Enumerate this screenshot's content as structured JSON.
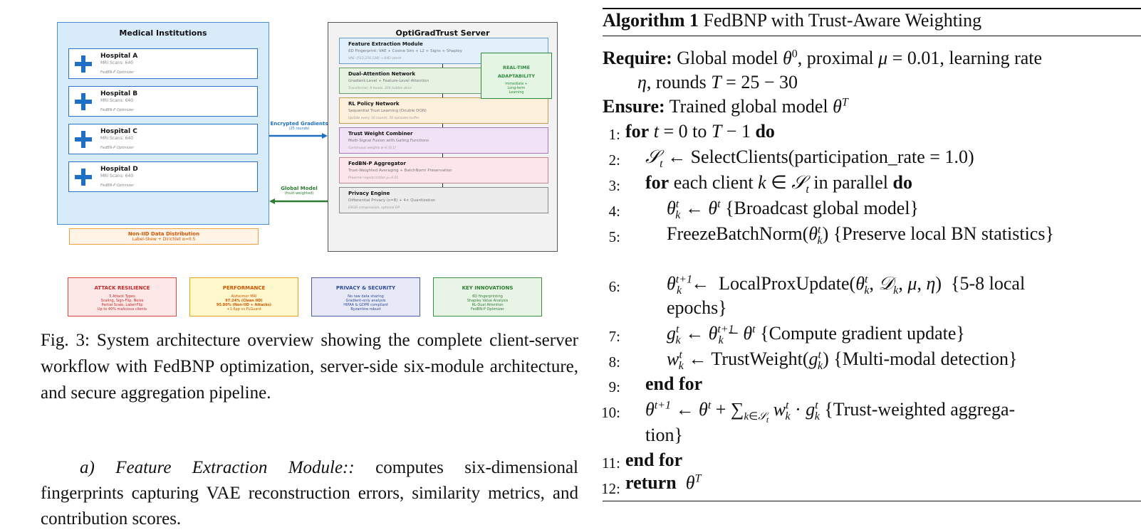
{
  "figure": {
    "institutions": {
      "title": "Medical Institutions",
      "hospitals": [
        {
          "name": "Hospital A",
          "scans": "MRI Scans: 640",
          "optimizer": "FedBN-P Optimizer"
        },
        {
          "name": "Hospital B",
          "scans": "MRI Scans: 640",
          "optimizer": "FedBN-P Optimizer"
        },
        {
          "name": "Hospital C",
          "scans": "MRI Scans: 640",
          "optimizer": "FedBN-P Optimizer"
        },
        {
          "name": "Hospital D",
          "scans": "MRI Scans: 640",
          "optimizer": "FedBN-P Optimizer"
        }
      ],
      "noniid_title": "Non-IID Data Distribution",
      "noniid_sub": "Label-Skew + Dirichlet α=0.5"
    },
    "server": {
      "title": "OptiGradTrust Server",
      "modules": [
        {
          "title": "Feature Extraction Module",
          "sub": "6D Fingerprint: VAE + Cosine Sim + L2 + Signs + Shapley",
          "note": "VAE: [512,256,128] → 64D latent",
          "bg": "#e1f0fb",
          "border": "#6a9ccc"
        },
        {
          "title": "Dual-Attention Network",
          "sub": "Gradient-Level + Feature-Level Attention",
          "note": "Transformer: 8 heads, 256 hidden dims",
          "bg": "#e6f2e2",
          "border": "#6a9b6a"
        },
        {
          "title": "RL Policy Network",
          "sub": "Sequential Trust Learning (Double DQN)",
          "note": "Update every 10 rounds, 50 episodes buffer",
          "bg": "#fdf0dd",
          "border": "#c99a55"
        },
        {
          "title": "Trust Weight Combiner",
          "sub": "Multi-Signal Fusion with Gating Functions",
          "note": "Continuous weights w ∈ [0,1]",
          "bg": "#f1e3f5",
          "border": "#a07ab0"
        },
        {
          "title": "FedBN-P Aggregator",
          "sub": "Trust-Weighted Averaging + BatchNorm Preservation",
          "note": "Proximal regularization μ=0.01",
          "bg": "#fde6ea",
          "border": "#c08a95"
        },
        {
          "title": "Privacy Engine",
          "sub": "Differential Privacy (ε=8) + 4× Quantization",
          "note": "DSGD compression, optional DP",
          "bg": "#ececec",
          "border": "#888888"
        }
      ],
      "rta_title_1": "REAL-TIME",
      "rta_title_2": "ADAPTABILITY",
      "rta_sub_1": "Immediate +",
      "rta_sub_2": "Long-term",
      "rta_sub_3": "Learning"
    },
    "flows": {
      "enc_label": "Encrypted Gradients",
      "enc_sub": "(25 rounds)",
      "global_label": "Global Model",
      "global_sub": "(trust-weighted)"
    },
    "cards": [
      {
        "title": "ATTACK RESILIENCE",
        "lines": [
          "5 Attack Types",
          "Scaling, Sign-Flip, Noise",
          "Partial Scale, Label-Flip",
          "Up to 40% malicious clients"
        ],
        "color": "#c62828",
        "bg": "#fde8e8",
        "border": "#d9463b"
      },
      {
        "title": "PERFORMANCE",
        "lines": [
          "Alzheimer MRI",
          "97.24% (Clean IID)",
          "95.80% (Non-IID + Attacks)",
          "+1.6pp vs FLGuard"
        ],
        "color": "#d35400",
        "bg": "#fff8cc",
        "border": "#e6a21a"
      },
      {
        "title": "PRIVACY & SECURITY",
        "lines": [
          "No raw data sharing",
          "Gradient-only analysis",
          "HIPAA & GDPR compliant",
          "Byzantine robust"
        ],
        "color": "#2c4a9c",
        "bg": "#e8e9f6",
        "border": "#4a5aa8"
      },
      {
        "title": "KEY INNOVATIONS",
        "lines": [
          "6D fingerprinting",
          "Shapley Value Analysis",
          "RL-Dual Attention",
          "FedBN-P Optimizer"
        ],
        "color": "#2e7d32",
        "bg": "#e8f5e6",
        "border": "#3a8f3e"
      }
    ]
  },
  "caption": {
    "text": "Fig. 3: System architecture overview showing the complete client-server workflow with FedBNP optimization, server-side six-module architecture, and secure aggregation pipeline."
  },
  "paragraph": {
    "heading": "a) Feature Extraction Module::",
    "text": " computes six-dimensional fingerprints capturing VAE reconstruction errors, similarity metrics, and contribution scores."
  },
  "algorithm": {
    "label": "Algorithm 1",
    "title": "FedBNP with Trust-Aware Weighting",
    "require_label": "Require:",
    "ensure_label": "Ensure:",
    "numbers": [
      "1:",
      "2:",
      "3:",
      "4:",
      "5:",
      "6:",
      "7:",
      "8:",
      "9:",
      "10:",
      "11:",
      "12:"
    ]
  }
}
